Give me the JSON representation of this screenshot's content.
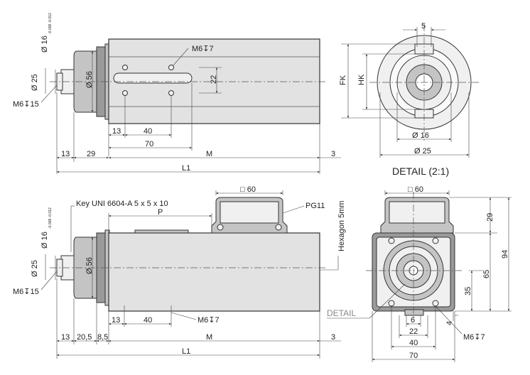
{
  "top_side_view": {
    "m6_top": "M6↧7",
    "dim_22": "22",
    "dim_56": "Ø 56",
    "dim_25": "Ø 25",
    "dim_16": "Ø 16",
    "tol_16": "-0.008 -0.012",
    "m6_15": "M6↧15",
    "dim_13": "13",
    "dim_40": "40",
    "dim_70": "70",
    "dim_13b": "13",
    "dim_29": "29",
    "dim_M": "M",
    "dim_3": "3",
    "dim_L1": "L1"
  },
  "detail_view": {
    "dim_5": "5",
    "label_FK": "FK",
    "label_HK": "HK",
    "dim_16": "Ø 16",
    "dim_25": "Ø 25",
    "title": "DETAIL (2:1)"
  },
  "bottom_side_view": {
    "key_label": "Key UNI 6604-A 5 x 5 x 10",
    "sq_60": "□ 60",
    "pg11": "PG11",
    "dim_P": "P",
    "hexagon": "Hexagon 5mm",
    "dim_56": "Ø 56",
    "dim_25": "Ø 25",
    "dim_16": "Ø 16",
    "tol_16": "-0.008 -0.012",
    "m6_15": "M6↧15",
    "dim_13": "13",
    "dim_40": "40",
    "m6_7": "M6↧7",
    "dim_13b": "13",
    "dim_20_5": "20,5",
    "dim_8_5": "8,5",
    "dim_M": "M",
    "dim_3": "3",
    "dim_L1": "L1"
  },
  "front_view": {
    "sq_60": "□ 60",
    "dim_29": "29",
    "dim_94": "94",
    "dim_65": "65",
    "dim_35": "35",
    "dim_4": "4",
    "dim_6": "6",
    "dim_22": "22",
    "dim_40": "40",
    "dim_70": "70",
    "m6_7": "M6↧7",
    "detail_label": "DETAIL"
  }
}
